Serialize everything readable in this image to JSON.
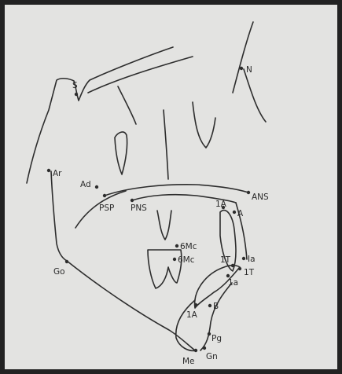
{
  "diagram": {
    "landmarks": [
      {
        "id": "S",
        "label": "S"
      },
      {
        "id": "N",
        "label": "N"
      },
      {
        "id": "Ar",
        "label": "Ar"
      },
      {
        "id": "Ad",
        "label": "Ad"
      },
      {
        "id": "PSP",
        "label": "PSP"
      },
      {
        "id": "PNS",
        "label": "PNS"
      },
      {
        "id": "ANS",
        "label": "ANS"
      },
      {
        "id": "1A_upper",
        "label": "1A"
      },
      {
        "id": "A",
        "label": "A"
      },
      {
        "id": "6Mc_upper",
        "label": "6Mc"
      },
      {
        "id": "6Mc_lower",
        "label": "6Mc"
      },
      {
        "id": "1T_upper",
        "label": "1T"
      },
      {
        "id": "Ia",
        "label": "Ia"
      },
      {
        "id": "1T_lower",
        "label": "1T"
      },
      {
        "id": "1a",
        "label": "1a"
      },
      {
        "id": "Go",
        "label": "Go"
      },
      {
        "id": "B",
        "label": "B"
      },
      {
        "id": "1A_lower",
        "label": "1A"
      },
      {
        "id": "Pg",
        "label": "Pg"
      },
      {
        "id": "Gn",
        "label": "Gn"
      },
      {
        "id": "Me",
        "label": "Me"
      }
    ]
  }
}
